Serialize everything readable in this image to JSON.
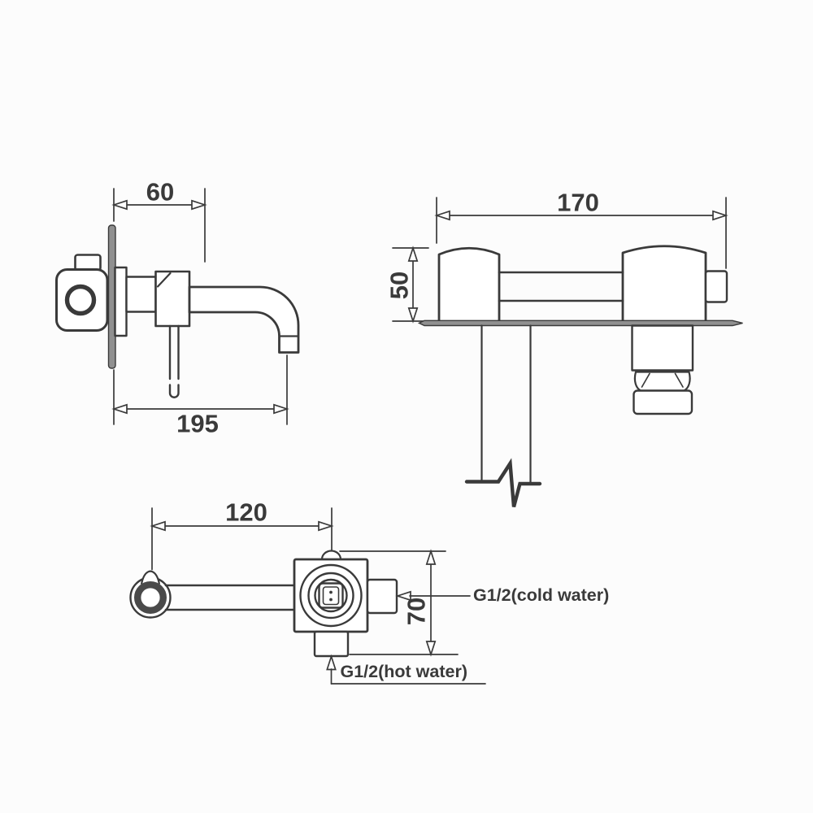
{
  "colors": {
    "line": "#3a3a3a",
    "background": "#fcfcfc",
    "plate": "#909090",
    "ring": "#4a4a4a"
  },
  "side_view": {
    "dim_spout_offset": "60",
    "dim_spout_reach": "195"
  },
  "front_view": {
    "dim_width": "170",
    "dim_height": "50"
  },
  "plan_view": {
    "dim_spout_spacing": "120",
    "dim_body_depth": "70",
    "label_cold": "G1/2(cold water)",
    "label_hot": "G1/2(hot water)"
  }
}
